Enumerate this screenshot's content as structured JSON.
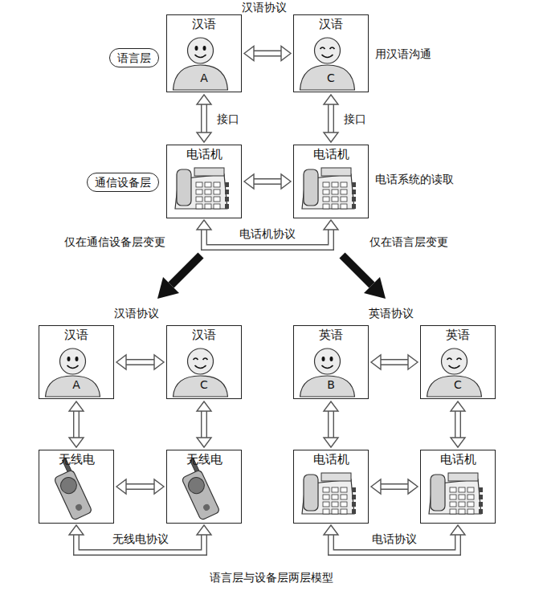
{
  "diagram": {
    "caption": "语言层与设备层两层模型",
    "nodes": [
      {
        "text": [
          "语言层"
        ]
      },
      {
        "text": [
          "汉语",
          "A"
        ]
      },
      {
        "text": [
          "汉语",
          "C"
        ]
      },
      {
        "text": [
          "通信设备层"
        ]
      },
      {
        "text": [
          "电话机"
        ]
      },
      {
        "text": [
          "电话机"
        ]
      },
      {
        "text": [
          "汉语",
          "A"
        ]
      },
      {
        "text": [
          "汉语",
          "C"
        ]
      },
      {
        "text": [
          "无线电"
        ]
      },
      {
        "text": [
          "无线电"
        ]
      },
      {
        "text": [
          "英语",
          "B"
        ]
      },
      {
        "text": [
          "英语",
          "C"
        ]
      },
      {
        "text": [
          "电话机"
        ]
      },
      {
        "text": [
          "电话机"
        ]
      }
    ],
    "edges": [
      {
        "from": 1,
        "to": 2,
        "arrow": "both"
      },
      {
        "from": 1,
        "to": 4,
        "label": "接口",
        "arrow": "both"
      },
      {
        "from": 2,
        "to": 5,
        "label": "接口",
        "arrow": "both"
      },
      {
        "from": 4,
        "to": 5,
        "arrow": "both"
      },
      {
        "from": 4,
        "to": 5,
        "label": "电话机协议",
        "arrow": "both"
      },
      {
        "from": 6,
        "to": 7,
        "arrow": "both"
      },
      {
        "from": 6,
        "to": 8,
        "arrow": "both"
      },
      {
        "from": 7,
        "to": 9,
        "arrow": "both"
      },
      {
        "from": 8,
        "to": 9,
        "arrow": "both"
      },
      {
        "from": 8,
        "to": 9,
        "label": "无线电协议",
        "arrow": "both"
      },
      {
        "from": 10,
        "to": 11,
        "arrow": "both"
      },
      {
        "from": 10,
        "to": 12,
        "arrow": "both"
      },
      {
        "from": 11,
        "to": 13,
        "arrow": "both"
      },
      {
        "from": 12,
        "to": 13,
        "arrow": "both"
      },
      {
        "from": 12,
        "to": 13,
        "label": "电话协议",
        "arrow": "both"
      }
    ],
    "labels": [
      "汉语协议",
      "用汉语沟通",
      "电话系统的读取",
      "仅在通信设备层变更",
      "仅在语言层变更",
      "汉语协议",
      "英语协议"
    ]
  }
}
